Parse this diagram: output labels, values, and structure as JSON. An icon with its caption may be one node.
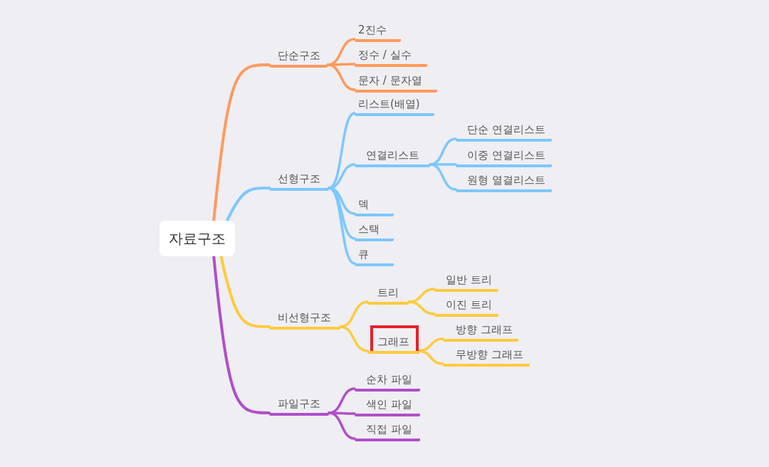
{
  "diagram": {
    "nodes": [
      {
        "text": [
          "자료구조"
        ]
      },
      {
        "text": [
          "단순구조"
        ]
      },
      {
        "text": [
          "2진수"
        ]
      },
      {
        "text": [
          "정수 / 실수"
        ]
      },
      {
        "text": [
          "문자 / 문자열"
        ]
      },
      {
        "text": [
          "선형구조"
        ]
      },
      {
        "text": [
          "리스트(배열)"
        ]
      },
      {
        "text": [
          "연결리스트"
        ]
      },
      {
        "text": [
          "단순 연결리스트"
        ]
      },
      {
        "text": [
          "이중 연결리스트"
        ]
      },
      {
        "text": [
          "원형 열결리스트"
        ]
      },
      {
        "text": [
          "덱"
        ]
      },
      {
        "text": [
          "스택"
        ]
      },
      {
        "text": [
          "큐"
        ]
      },
      {
        "text": [
          "비선형구조"
        ]
      },
      {
        "text": [
          "트리"
        ]
      },
      {
        "text": [
          "일반 트리"
        ]
      },
      {
        "text": [
          "이진 트리"
        ]
      },
      {
        "text": [
          "그래프"
        ]
      },
      {
        "text": [
          "방향 그래프"
        ]
      },
      {
        "text": [
          "무방향 그래프"
        ]
      },
      {
        "text": [
          "파일구조"
        ]
      },
      {
        "text": [
          "순차 파일"
        ]
      },
      {
        "text": [
          "색인 파일"
        ]
      },
      {
        "text": [
          "직접 파일"
        ]
      }
    ],
    "edges": [
      {
        "from": 0,
        "to": 1,
        "arrow": "none",
        "color": "#ff9a5c"
      },
      {
        "from": 1,
        "to": 2,
        "arrow": "none",
        "color": "#ff9a5c"
      },
      {
        "from": 1,
        "to": 3,
        "arrow": "none",
        "color": "#ff9a5c"
      },
      {
        "from": 1,
        "to": 4,
        "arrow": "none",
        "color": "#ff9a5c"
      },
      {
        "from": 0,
        "to": 5,
        "arrow": "none",
        "color": "#7cc8ff"
      },
      {
        "from": 5,
        "to": 6,
        "arrow": "none",
        "color": "#7cc8ff"
      },
      {
        "from": 5,
        "to": 7,
        "arrow": "none",
        "color": "#7cc8ff"
      },
      {
        "from": 7,
        "to": 8,
        "arrow": "none",
        "color": "#7cc8ff"
      },
      {
        "from": 7,
        "to": 9,
        "arrow": "none",
        "color": "#7cc8ff"
      },
      {
        "from": 7,
        "to": 10,
        "arrow": "none",
        "color": "#7cc8ff"
      },
      {
        "from": 5,
        "to": 11,
        "arrow": "none",
        "color": "#7cc8ff"
      },
      {
        "from": 5,
        "to": 12,
        "arrow": "none",
        "color": "#7cc8ff"
      },
      {
        "from": 5,
        "to": 13,
        "arrow": "none",
        "color": "#7cc8ff"
      },
      {
        "from": 0,
        "to": 14,
        "arrow": "none",
        "color": "#ffcb3c"
      },
      {
        "from": 14,
        "to": 15,
        "arrow": "none",
        "color": "#ffcb3c"
      },
      {
        "from": 15,
        "to": 16,
        "arrow": "none",
        "color": "#ffcb3c"
      },
      {
        "from": 15,
        "to": 17,
        "arrow": "none",
        "color": "#ffcb3c"
      },
      {
        "from": 14,
        "to": 18,
        "arrow": "none",
        "color": "#ffcb3c"
      },
      {
        "from": 18,
        "to": 19,
        "arrow": "none",
        "color": "#ffcb3c"
      },
      {
        "from": 18,
        "to": 20,
        "arrow": "none",
        "color": "#ffcb3c"
      },
      {
        "from": 0,
        "to": 21,
        "arrow": "none",
        "color": "#b04fc8"
      },
      {
        "from": 21,
        "to": 22,
        "arrow": "none",
        "color": "#b04fc8"
      },
      {
        "from": 21,
        "to": 23,
        "arrow": "none",
        "color": "#b04fc8"
      },
      {
        "from": 21,
        "to": 24,
        "arrow": "none",
        "color": "#b04fc8"
      }
    ]
  }
}
